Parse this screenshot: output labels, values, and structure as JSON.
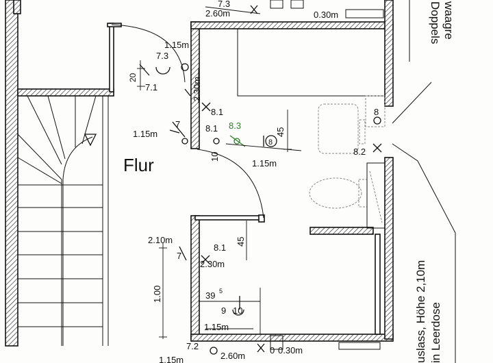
{
  "room_label": "Flur",
  "labels": {
    "top_73": "7.3",
    "top_260": "2.60m",
    "top_030": "0.30m",
    "door_115": "1.15m",
    "sw_73": "7.3",
    "v20": "20",
    "sw_71": "7.1",
    "v230": "2.30m",
    "sw_81a": "8.1",
    "sw_81b": "8.1",
    "sw_83": "8.3",
    "v45a": "45",
    "sym_8a": "8",
    "left_115": "1.15m",
    "left_7": "7",
    "v10": "10",
    "mid_115": "1.15m",
    "sym_8b": "8",
    "wet_82": "8.2",
    "h210": "2.10m",
    "h7": "7",
    "sw_81c": "8.1",
    "v45b": "45",
    "h230": "2.30m",
    "v100": "1.00",
    "d39": "39",
    "d39_sup": "5",
    "d9": "9",
    "d10": "10",
    "bot_115": "1.15m",
    "bot_72": "7.2",
    "bot_260": "2.60m",
    "bot_0": "0",
    "bot_030": "0.30m",
    "bot_115b": "1.15m",
    "side_top": "Doppels",
    "side_top2": "waagre",
    "side_bottom": "uslass, Höhe 2,10m",
    "side_bottom2": "in Leerdose"
  }
}
